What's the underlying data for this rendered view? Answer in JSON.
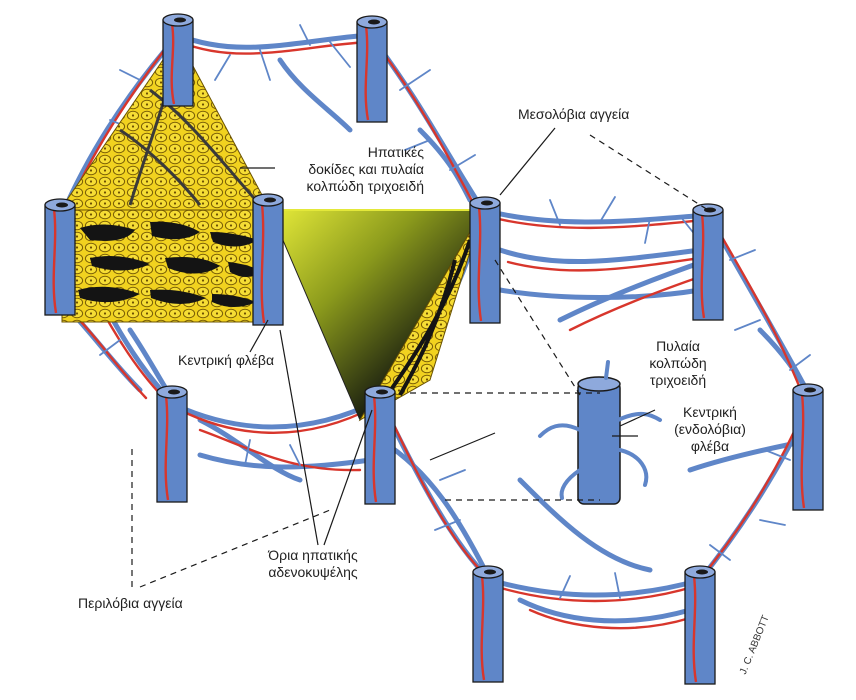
{
  "labels": {
    "hepatic_plates": [
      "Ηπατικές",
      "δοκίδες και πυλαία",
      "κολπώδη τριχοειδή"
    ],
    "interlobular_vessels": "Μεσολόβια αγγεία",
    "central_vein": "Κεντρική φλέβα",
    "portal_sinusoids": [
      "Πυλαία",
      "κολπώδη",
      "τριχοειδή"
    ],
    "central_intralobular_vein": [
      "Κεντρική",
      "(ενδολόβια)",
      "φλέβα"
    ],
    "acinus_boundaries": [
      "Όρια ηπατικής",
      "αδενοκυψέλης"
    ],
    "perilobular_vessels": "Περιλόβια αγγεία",
    "signature": "J. C. ABBOTT"
  },
  "colors": {
    "vessel_blue": "#5f86c8",
    "artery_red": "#d8362c",
    "hepatocyte_yellow": "#f1d21f",
    "sinusoid_black": "#141414",
    "label_text": "#222222"
  }
}
